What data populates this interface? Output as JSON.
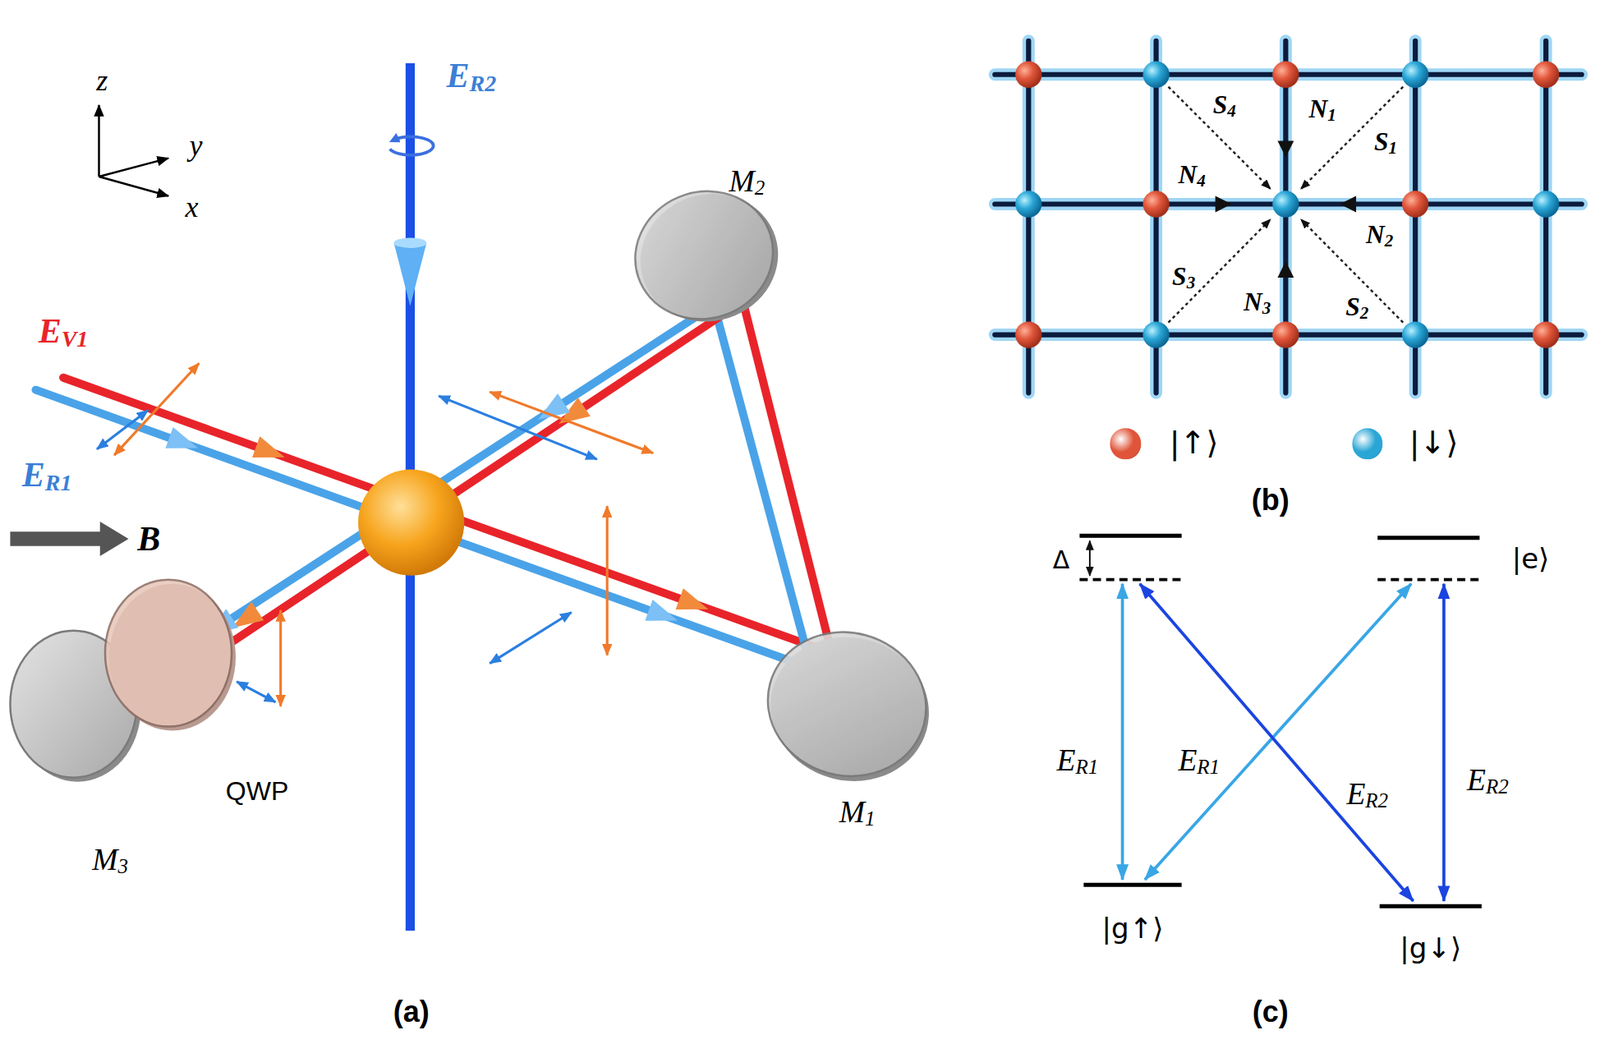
{
  "diagram": {
    "labels": [
      "z",
      "y",
      "x",
      "ER2",
      "EV1",
      "ER1",
      "B",
      "M2",
      "M1",
      "QWP",
      "M3",
      "(a)",
      "S4",
      "N1",
      "S1",
      "N4",
      "N2",
      "S3",
      "N3",
      "S2",
      "(b)",
      "Δ",
      "|e⟩",
      "ER1",
      "ER1",
      "ER2",
      "ER2",
      "|g↑⟩",
      "|g↓⟩",
      "(c)"
    ],
    "legend": [
      {
        "text": "|↑⟩",
        "color": "#e0553a"
      },
      {
        "text": "|↓⟩",
        "color": "#2aa6d6"
      }
    ]
  }
}
